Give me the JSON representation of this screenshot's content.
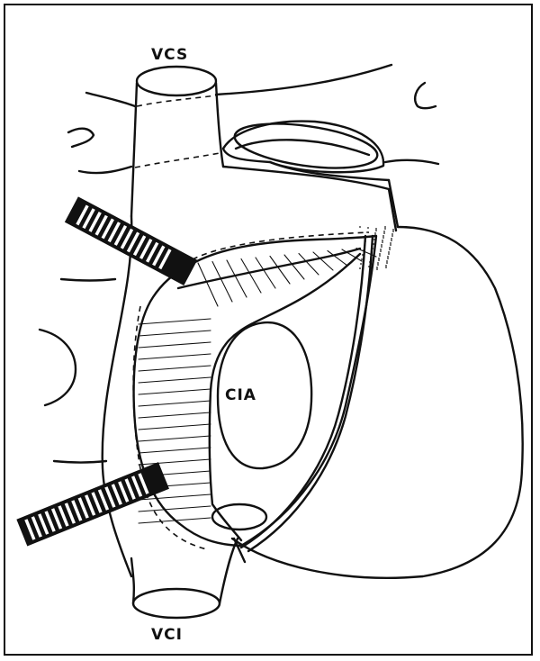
{
  "figure": {
    "labels": {
      "superior_vena_cava": "VCS",
      "atrial_septal_defect": "CIA",
      "inferior_vena_cava": "VCI"
    },
    "ink_color": "#111111",
    "background_color": "#ffffff"
  }
}
